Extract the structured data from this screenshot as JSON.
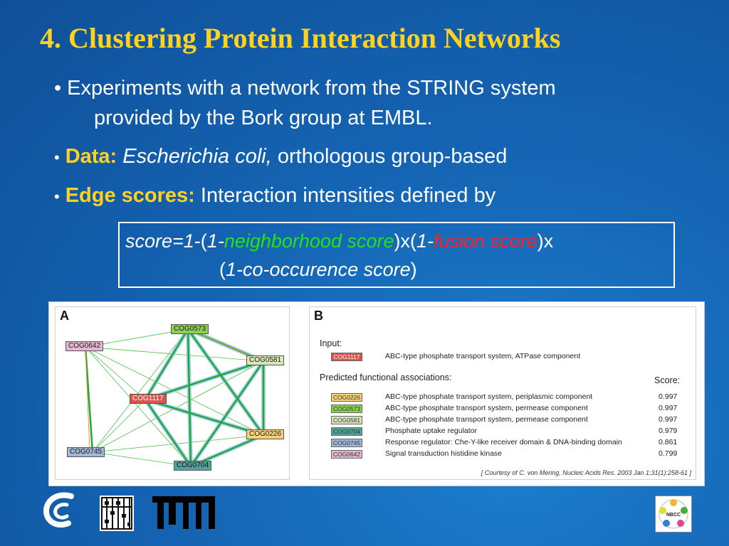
{
  "title": "4. Clustering Protein Interaction Networks",
  "bullets": {
    "b1_line1": "Experiments with a network from the STRING system",
    "b1_line2": "provided by the Bork group at EMBL.",
    "b2_label": "Data:",
    "b2_italic": "Escherichia coli,",
    "b2_rest": "orthologous group-based",
    "b3_label": "Edge scores:",
    "b3_rest": "Interaction intensities defined by"
  },
  "formula": {
    "p1": "score=1",
    "p2": "-(",
    "p3": "1-",
    "neighborhood": "neighborhood score",
    "p4": ")x(",
    "p5": "1-",
    "fusion": "fusion score",
    "p6": ")x",
    "p7": "(",
    "p8": "1-",
    "cooc": "co-occurence score",
    "p9": ")"
  },
  "figure": {
    "panel_a_label": "A",
    "panel_b_label": "B",
    "nodes": [
      "COG0573",
      "COG0642",
      "COG0581",
      "COG1117",
      "COG0226",
      "COG0745",
      "COG0704"
    ],
    "input_label": "Input:",
    "input_cog": "COG1117",
    "input_desc": "ABC-type phosphate transport system, ATPase component",
    "predicted_label": "Predicted functional associations:",
    "score_label": "Score:",
    "associations": [
      {
        "cog": "COG0226",
        "desc": "ABC-type phosphate transport system, periplasmic component",
        "score": "0.997",
        "color": "#f6d17a"
      },
      {
        "cog": "COG0573",
        "desc": "ABC-type phosphate transport system, permease component",
        "score": "0.997",
        "color": "#8ad14f"
      },
      {
        "cog": "COG0581",
        "desc": "ABC-type phosphate transport system, permease component",
        "score": "0.997",
        "color": "#d9e6b8"
      },
      {
        "cog": "COG0704",
        "desc": "Phosphate uptake regulator",
        "score": "0.979",
        "color": "#52a39a"
      },
      {
        "cog": "COG0745",
        "desc": "Response regulator: Che-Y-like receiver domain & DNA-binding domain",
        "score": "0.861",
        "color": "#9fb6d6"
      },
      {
        "cog": "COG0642",
        "desc": "Signal transduction histidine kinase",
        "score": "0.799",
        "color": "#e4b6cf"
      }
    ],
    "credit": "[ Courtesy of C. von Mering, Nucleic Acids Res. 2003 Jan 1;31(1):258-61 ]"
  },
  "logos": {
    "swirl": "swirl-logo",
    "abacus": "abacus-logo",
    "tum": "TUM",
    "badge": "NBCC"
  },
  "colors": {
    "background": "#1565b4",
    "title": "#ffd21e",
    "green_term": "#22e31a",
    "red_term": "#ff2020",
    "input_red": "#d9534f"
  }
}
